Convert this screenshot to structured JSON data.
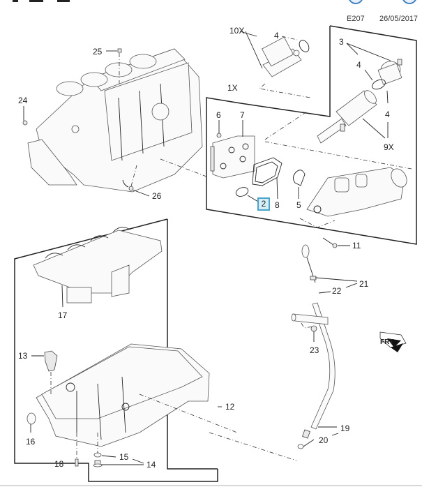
{
  "header": {
    "diagram_code": "E207",
    "date": "26/05/2017"
  },
  "toolbar": {
    "buttons": [
      {
        "icon": "circle-button-icon"
      },
      {
        "icon": "circle-button-icon"
      }
    ]
  },
  "highlight": {
    "selected_callout": "2",
    "border_color": "#4aa3c8",
    "fill_color": "#d6eef8"
  },
  "callouts": {
    "c1X": "1X",
    "c3": "3",
    "c4a": "4",
    "c4b": "4",
    "c4c": "4",
    "c5": "5",
    "c6": "6",
    "c7": "7",
    "c8": "8",
    "c9X": "9X",
    "c10X": "10X",
    "c11": "11",
    "c12": "12",
    "c13": "13",
    "c14": "14",
    "c15": "15",
    "c16": "16",
    "c17": "17",
    "c18": "18",
    "c19": "19",
    "c20": "20",
    "c21": "21",
    "c22": "22",
    "c23": "23",
    "c24": "24",
    "c25": "25",
    "c26": "26"
  },
  "front_indicator": {
    "label": "FRT"
  }
}
